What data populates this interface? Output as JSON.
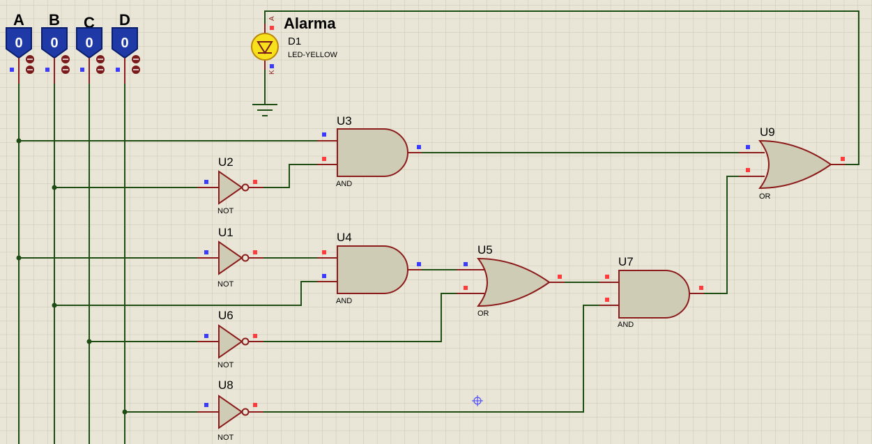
{
  "canvas": {
    "background": "#e9e6d7",
    "grid_color": "#c9c6b4",
    "wire_color": "#1d4d12",
    "pin_color": "#8b1a1a",
    "gate_fill": "#cfccb5",
    "gate_stroke": "#8b1a1a",
    "input_pin_color": "#3b3bff",
    "output_pin_color": "#ff3b3b"
  },
  "logic_inputs": [
    {
      "label": "A",
      "state": "0"
    },
    {
      "label": "B",
      "state": "0"
    },
    {
      "label": "C",
      "state": "0"
    },
    {
      "label": "D",
      "state": "0"
    }
  ],
  "led": {
    "title": "Alarma",
    "ref": "D1",
    "model": "LED-YELLOW",
    "pin_a": "A",
    "pin_k": "K"
  },
  "gates": [
    {
      "ref": "U1",
      "type": "NOT"
    },
    {
      "ref": "U2",
      "type": "NOT"
    },
    {
      "ref": "U3",
      "type": "AND"
    },
    {
      "ref": "U4",
      "type": "AND"
    },
    {
      "ref": "U5",
      "type": "OR"
    },
    {
      "ref": "U6",
      "type": "NOT"
    },
    {
      "ref": "U7",
      "type": "AND"
    },
    {
      "ref": "U8",
      "type": "NOT"
    },
    {
      "ref": "U9",
      "type": "OR"
    }
  ]
}
